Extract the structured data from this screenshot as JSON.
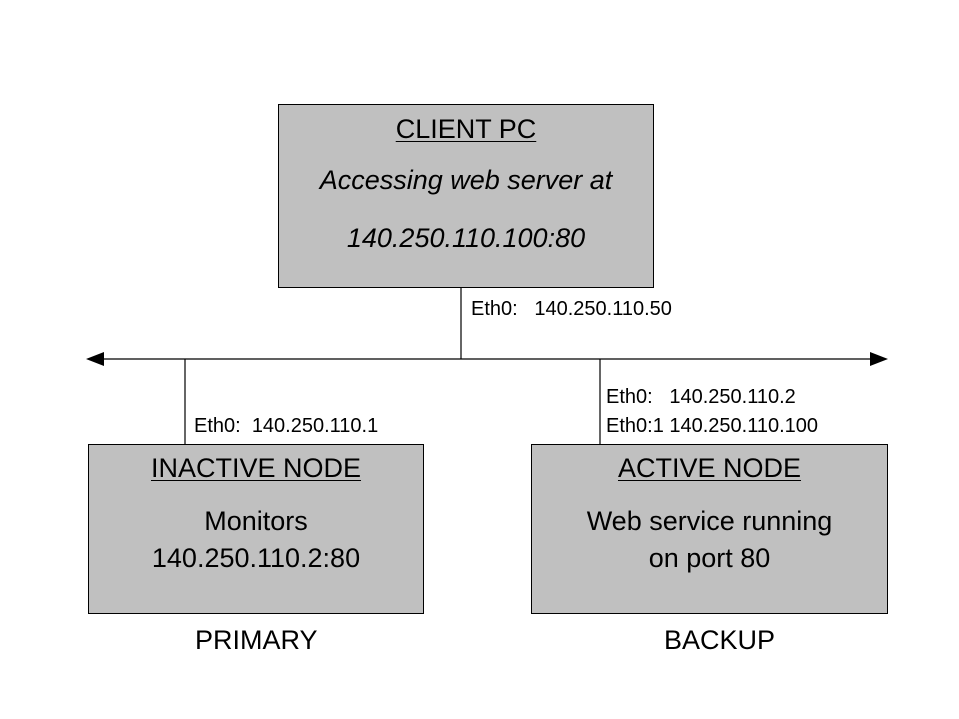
{
  "client": {
    "title": "CLIENT PC",
    "line1": "Accessing web server at",
    "line2": "140.250.110.100:80",
    "eth_label": "Eth0:   140.250.110.50"
  },
  "inactive_node": {
    "title": "INACTIVE NODE",
    "line1": "Monitors",
    "line2": "140.250.110.2:80",
    "eth_label": "Eth0:  140.250.110.1",
    "role": "PRIMARY"
  },
  "active_node": {
    "title": "ACTIVE NODE",
    "line1": "Web service running",
    "line2": "on port 80",
    "eth0_label": "Eth0:   140.250.110.2",
    "eth1_label": "Eth0:1 140.250.110.100",
    "role": "BACKUP"
  },
  "colors": {
    "box_fill": "#c0c0c0",
    "line": "#000000",
    "background": "#ffffff"
  }
}
